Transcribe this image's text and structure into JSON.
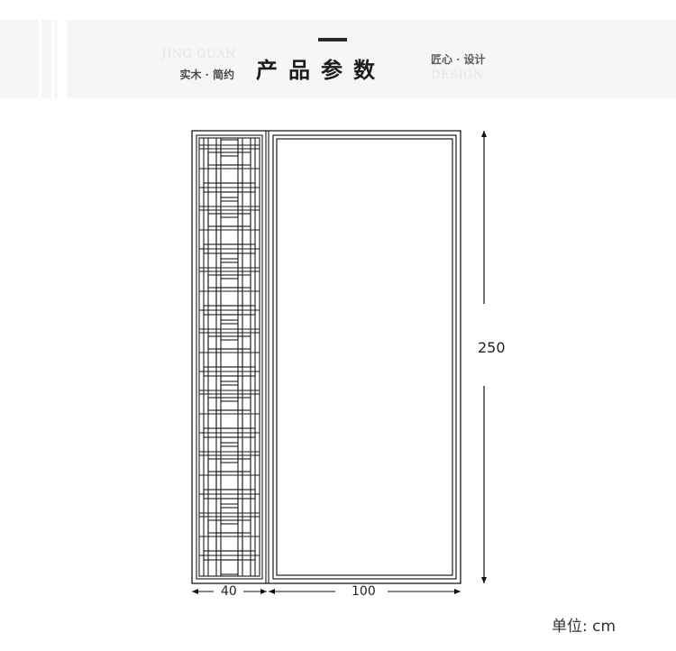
{
  "header": {
    "accent_color": "#2a2a2a",
    "band_color": "#f6f6f6",
    "english_left": "JING GUAN",
    "slogan_left": "实木 · 简约",
    "title": "产品参数",
    "slogan_right": "匠心 · 设计",
    "english_right": "DESIGN"
  },
  "dimensions": {
    "height_value": "250",
    "left_panel_width": "40",
    "right_panel_width": "100",
    "unit_label": "单位: cm"
  }
}
